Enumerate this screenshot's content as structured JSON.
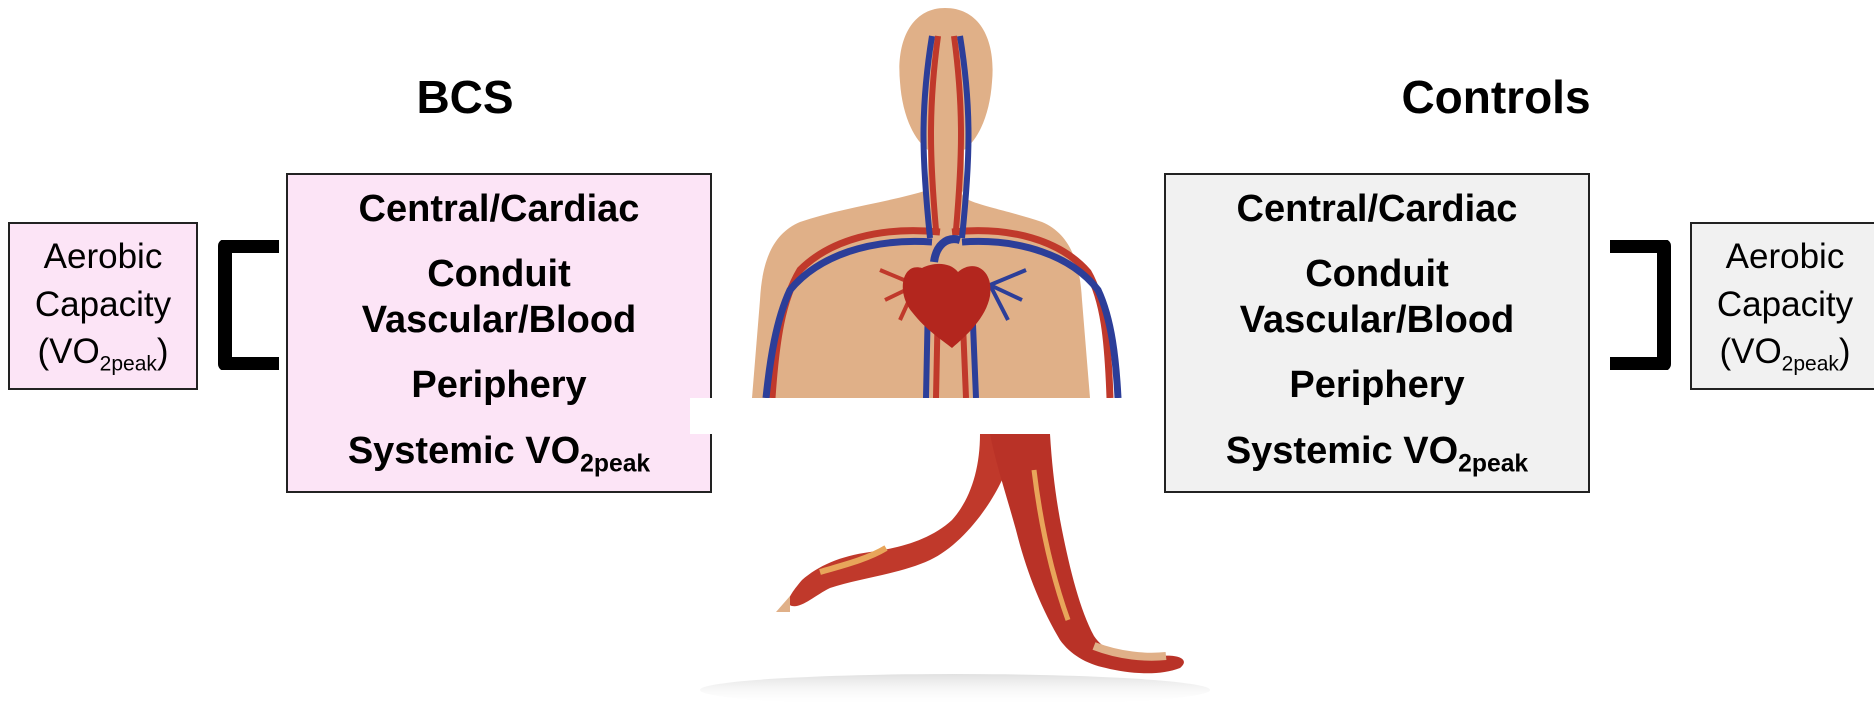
{
  "groups": [
    {
      "title": "BCS",
      "factors": {
        "central": "Central/Cardiac",
        "conduit_1": "Conduit",
        "conduit_2": "Vascular/Blood",
        "periphery": "Periphery",
        "systemic": "Systemic VO",
        "systemic_sub": "2peak"
      },
      "capacity": {
        "line1": "Aerobic",
        "line2": "Capacity",
        "open": "(VO",
        "sub": "2peak",
        "close": ")"
      },
      "color": "#fce4f6"
    },
    {
      "title": "Controls",
      "factors": {
        "central": "Central/Cardiac",
        "conduit_1": "Conduit",
        "conduit_2": "Vascular/Blood",
        "periphery": "Periphery",
        "systemic": "Systemic VO",
        "systemic_sub": "2peak"
      },
      "capacity": {
        "line1": "Aerobic",
        "line2": "Capacity",
        "open": "(VO",
        "sub": "2peak",
        "close": ")"
      },
      "color": "#f1f1f1"
    }
  ],
  "icons": {
    "upper": "circulatory-system-illustration",
    "lower": "running-legs-muscles-illustration"
  }
}
